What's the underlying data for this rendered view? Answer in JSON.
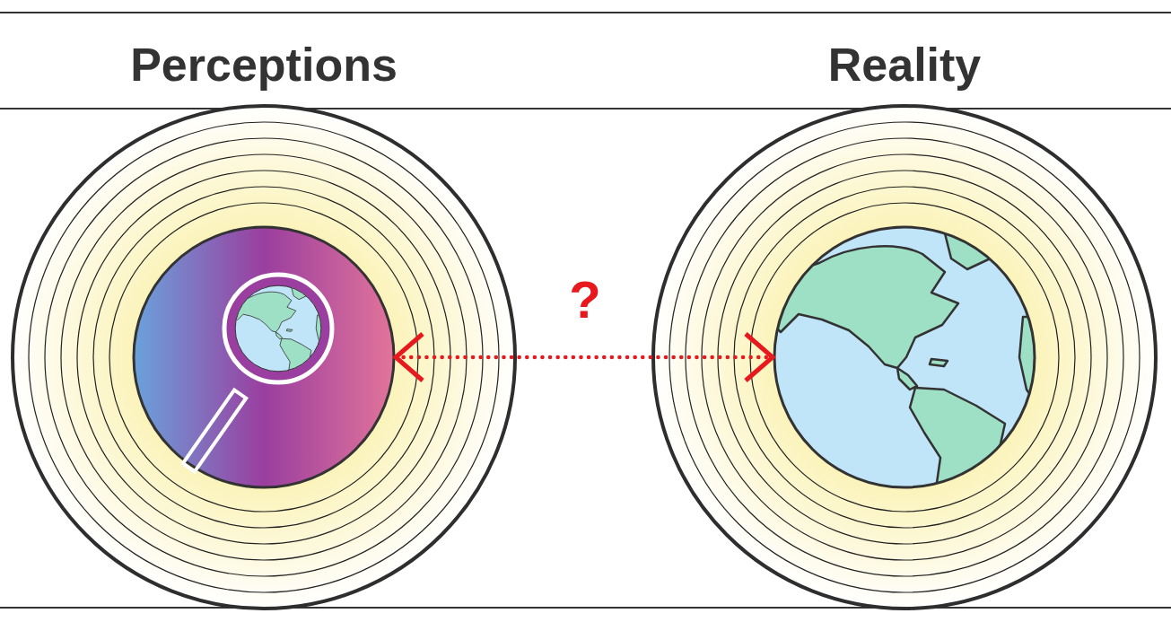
{
  "diagram": {
    "nodes": [
      {
        "text": [
          "Perceptions"
        ]
      },
      {
        "text": [
          "Reality"
        ]
      }
    ],
    "edges": [
      {
        "from": 0,
        "to": 1,
        "label": "?",
        "arrow": "both"
      }
    ]
  }
}
